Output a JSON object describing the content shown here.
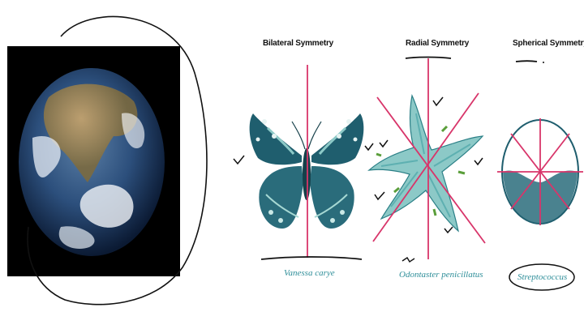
{
  "panels": [
    {
      "title": "Bilateral Symmetry",
      "caption": "Vanessa carye",
      "organism": "butterfly"
    },
    {
      "title": "Radial Symmetry",
      "caption": "Odontaster penicillatus",
      "organism": "sea-star"
    },
    {
      "title": "Spherical Symmetry",
      "caption": "Streptococcus",
      "organism": "bacterium"
    }
  ],
  "colors": {
    "symmetry_line": "#d8356a",
    "organism": "#1f5e6e",
    "organism_light": "#8cc9c7",
    "caption_text": "#2e8e99",
    "ink": "#111111"
  },
  "annotations": [
    "check-mark",
    "hand-drawn-circle",
    "hand-drawn-underline"
  ]
}
